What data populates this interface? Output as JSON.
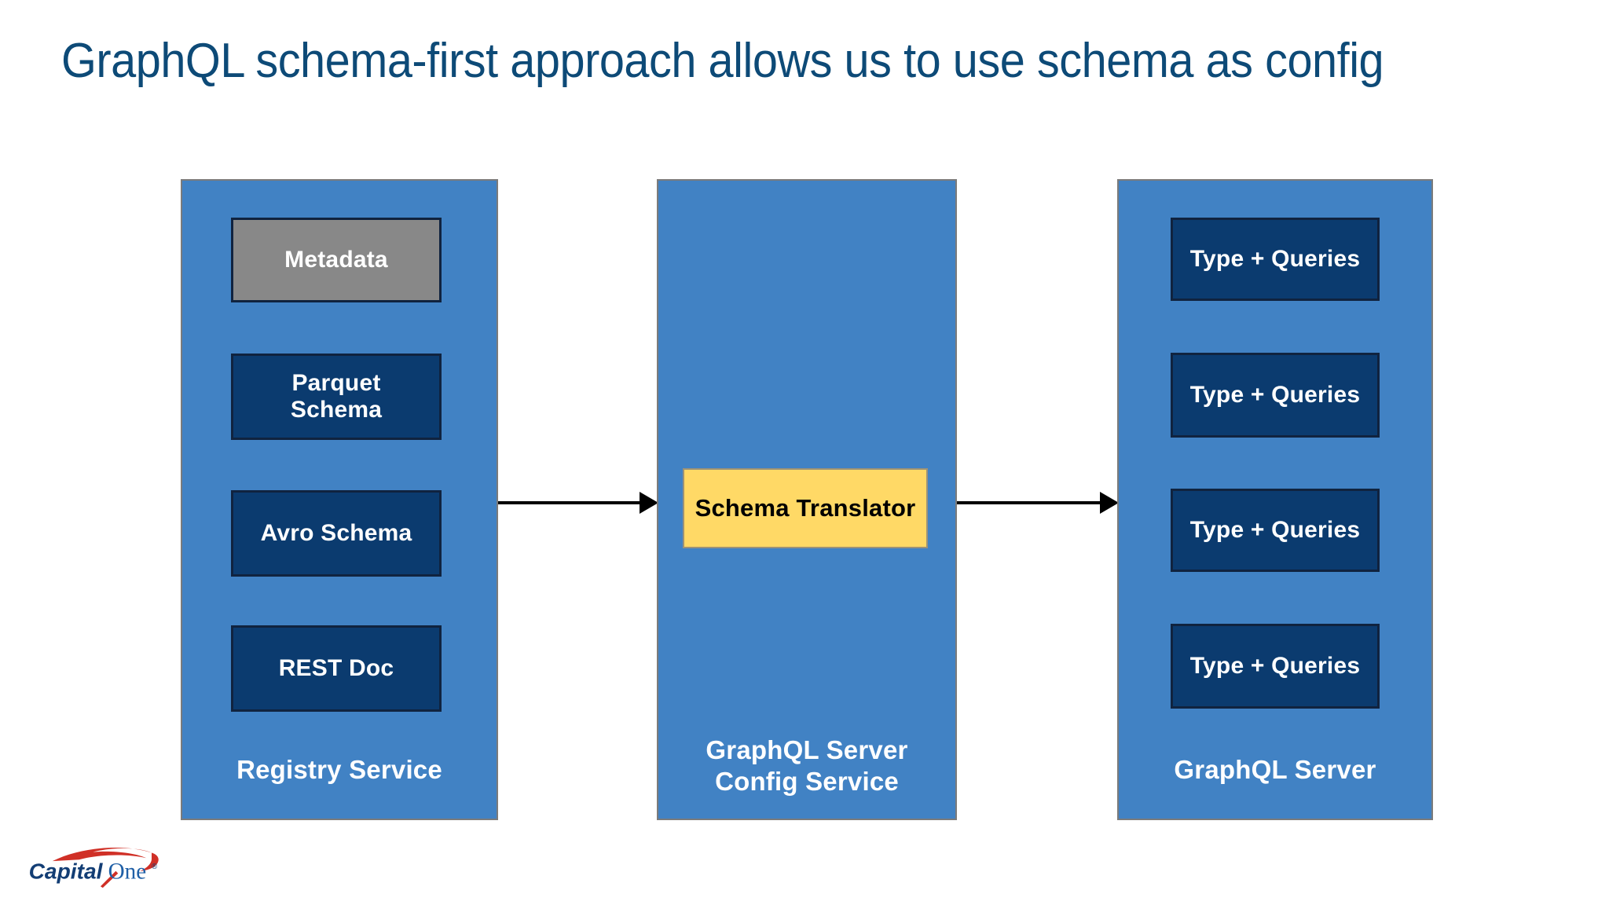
{
  "slide": {
    "title": "GraphQL schema-first approach allows us to use schema as config",
    "background_color": "#ffffff",
    "title_color": "#0d4a77"
  },
  "colors": {
    "panel_blue": "#4182c4",
    "node_navy": "#0b3b6f",
    "node_gray": "#888888",
    "node_yellow": "#ffd966",
    "border_navy": "#10233f",
    "panel_border_gray": "#7b7b7b",
    "arrow_black": "#000000",
    "logo_red": "#d03027",
    "logo_navy": "#123d74",
    "logo_blue": "#1f5fa6"
  },
  "diagram": {
    "type": "flow",
    "panels": [
      {
        "id": "registry-service",
        "caption_lines": [
          "Registry Service"
        ],
        "nodes": [
          {
            "id": "metadata",
            "label": "Metadata",
            "style": "gray"
          },
          {
            "id": "parquet-schema",
            "label": "Parquet\nSchema",
            "line1": "Parquet",
            "line2": "Schema",
            "style": "navy"
          },
          {
            "id": "avro-schema",
            "label": "Avro Schema",
            "style": "navy"
          },
          {
            "id": "rest-doc",
            "label": "REST Doc",
            "style": "navy"
          }
        ]
      },
      {
        "id": "graphql-server-config-service",
        "caption_lines": [
          "GraphQL Server",
          "Config Service"
        ],
        "nodes": [
          {
            "id": "schema-translator",
            "label": "Schema Translator",
            "style": "yellow"
          }
        ]
      },
      {
        "id": "graphql-server",
        "caption_lines": [
          "GraphQL Server"
        ],
        "nodes": [
          {
            "id": "type-queries-1",
            "label": "Type + Queries",
            "style": "navy"
          },
          {
            "id": "type-queries-2",
            "label": "Type + Queries",
            "style": "navy"
          },
          {
            "id": "type-queries-3",
            "label": "Type + Queries",
            "style": "navy"
          },
          {
            "id": "type-queries-4",
            "label": "Type + Queries",
            "style": "navy"
          }
        ]
      }
    ],
    "arrows": [
      {
        "id": "arrow-registry-to-config",
        "from": "registry-service",
        "to": "graphql-server-config-service",
        "direction": "right"
      },
      {
        "id": "arrow-config-to-server",
        "from": "graphql-server-config-service",
        "to": "graphql-server",
        "direction": "right"
      }
    ]
  },
  "logo": {
    "word_capital": "Capital",
    "word_one": "One",
    "registered_mark": "®"
  }
}
